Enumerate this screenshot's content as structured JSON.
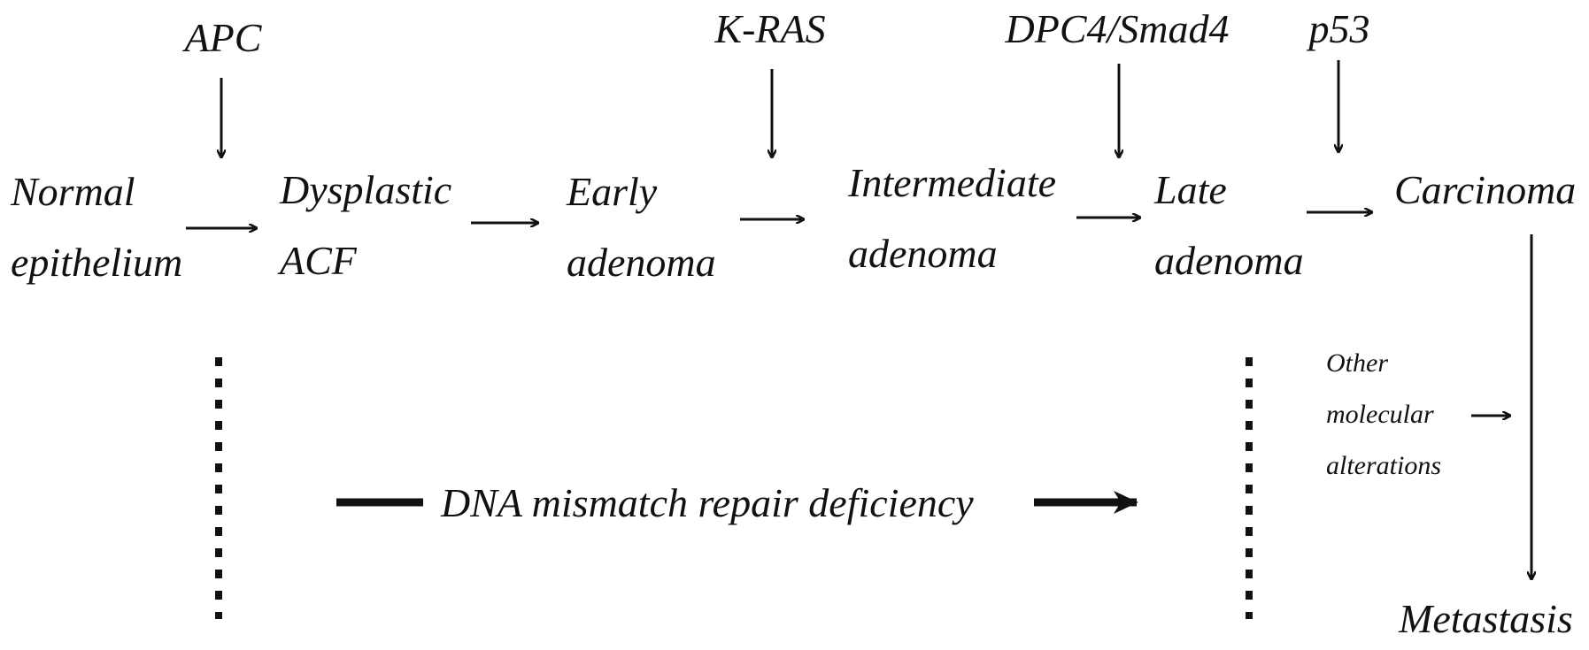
{
  "genes": {
    "apc": "APC",
    "kras": "K-RAS",
    "dpc4": "DPC4/Smad4",
    "p53": "p53"
  },
  "stages": {
    "normal": [
      "Normal",
      "epithelium"
    ],
    "dysplastic": [
      "Dysplastic",
      "ACF"
    ],
    "early": [
      "Early",
      "adenoma"
    ],
    "intermediate": [
      "Intermediate",
      "adenoma"
    ],
    "late": [
      "Late",
      "adenoma"
    ],
    "carcinoma": "Carcinoma",
    "metastasis": "Metastasis"
  },
  "other_alterations": [
    "Other",
    "molecular",
    "alterations"
  ],
  "dna_mismatch": "DNA mismatch repair deficiency"
}
